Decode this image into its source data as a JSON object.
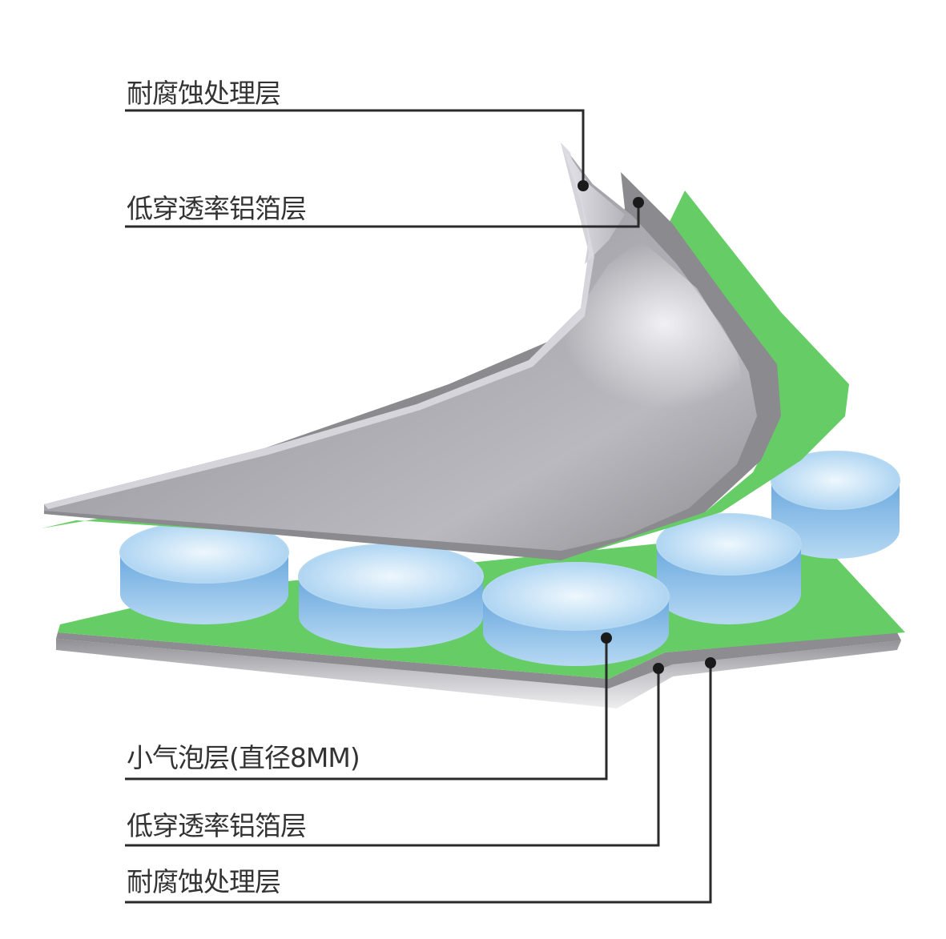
{
  "labels": {
    "top_layer_1": "耐腐蚀处理层",
    "top_layer_2": "低穿透率铝箔层",
    "bubble_layer": "小气泡层(直径8MM)",
    "bottom_layer_2": "低穿透率铝箔层",
    "bottom_layer_1": "耐腐蚀处理层"
  },
  "colors": {
    "green_film": "#66cc66",
    "foil_gray": "#a9a9ad",
    "foil_light": "#d4d4da",
    "foil_edge": "#808085",
    "bubble_blue": "#7db6e6",
    "bubble_top": "#c9e4f7",
    "leader_line": "#2a2a2a",
    "text": "#333333"
  }
}
